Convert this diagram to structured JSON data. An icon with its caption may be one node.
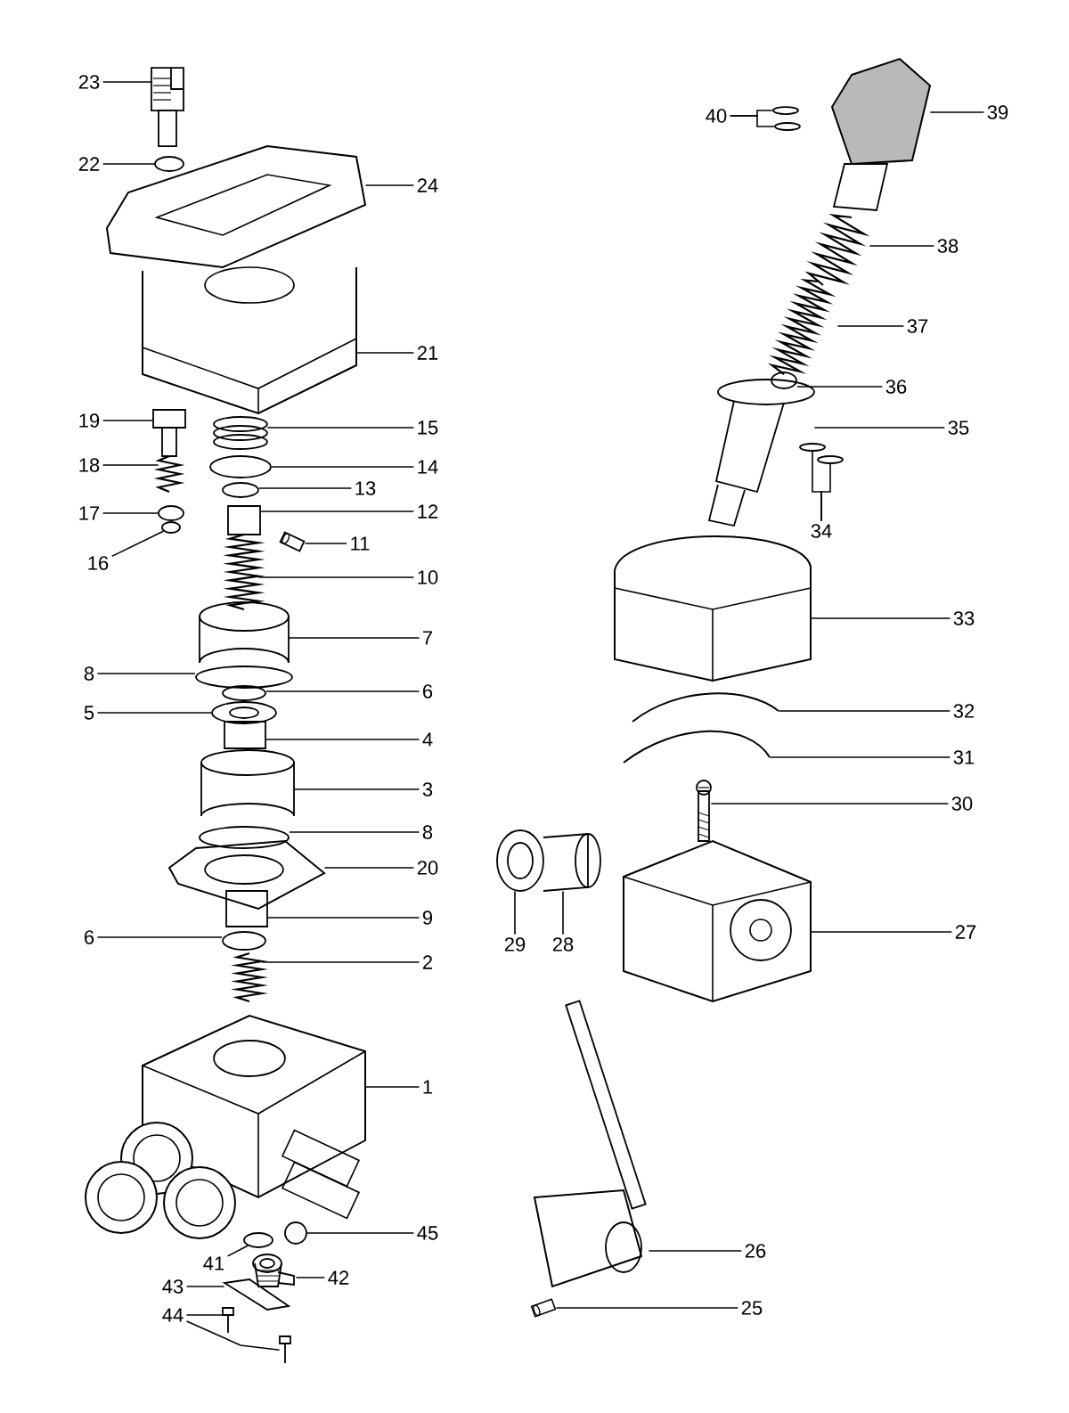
{
  "diagram": {
    "nodes": [
      {
        "text": [
          "23"
        ]
      },
      {
        "text": [
          "39"
        ]
      },
      {
        "text": [
          "40"
        ]
      },
      {
        "text": [
          "22"
        ]
      },
      {
        "text": [
          "24"
        ]
      },
      {
        "text": [
          "38"
        ]
      },
      {
        "text": [
          "37"
        ]
      },
      {
        "text": [
          "21"
        ]
      },
      {
        "text": [
          "36"
        ]
      },
      {
        "text": [
          "19"
        ]
      },
      {
        "text": [
          "15"
        ]
      },
      {
        "text": [
          "35"
        ]
      },
      {
        "text": [
          "18"
        ]
      },
      {
        "text": [
          "14"
        ]
      },
      {
        "text": [
          "13"
        ]
      },
      {
        "text": [
          "12"
        ]
      },
      {
        "text": [
          "17"
        ]
      },
      {
        "text": [
          "34"
        ]
      },
      {
        "text": [
          "11"
        ]
      },
      {
        "text": [
          "16"
        ]
      },
      {
        "text": [
          "10"
        ]
      },
      {
        "text": [
          "33"
        ]
      },
      {
        "text": [
          "7"
        ]
      },
      {
        "text": [
          "8"
        ]
      },
      {
        "text": [
          "6"
        ]
      },
      {
        "text": [
          "32"
        ]
      },
      {
        "text": [
          "5"
        ]
      },
      {
        "text": [
          "4"
        ]
      },
      {
        "text": [
          "31"
        ]
      },
      {
        "text": [
          "3"
        ]
      },
      {
        "text": [
          "30"
        ]
      },
      {
        "text": [
          "8"
        ]
      },
      {
        "text": [
          "20"
        ]
      },
      {
        "text": [
          "9"
        ]
      },
      {
        "text": [
          "27"
        ]
      },
      {
        "text": [
          "6"
        ]
      },
      {
        "text": [
          "29"
        ]
      },
      {
        "text": [
          "28"
        ]
      },
      {
        "text": [
          "2"
        ]
      },
      {
        "text": [
          "1"
        ]
      },
      {
        "text": [
          "45"
        ]
      },
      {
        "text": [
          "26"
        ]
      },
      {
        "text": [
          "41"
        ]
      },
      {
        "text": [
          "42"
        ]
      },
      {
        "text": [
          "43"
        ]
      },
      {
        "text": [
          "25"
        ]
      },
      {
        "text": [
          "44"
        ]
      },
      {
        "text": [],
        "shape": "picture"
      },
      {
        "text": [],
        "shape": "picture"
      },
      {
        "text": [],
        "shape": "circle"
      },
      {
        "text": [],
        "shape": "circle"
      },
      {
        "text": [],
        "shape": "circle"
      },
      {
        "text": [],
        "shape": "picture"
      },
      {
        "text": [],
        "shape": "picture"
      },
      {
        "text": [],
        "shape": "picture"
      },
      {
        "text": [],
        "shape": "picture"
      },
      {
        "text": [],
        "shape": "circle"
      },
      {
        "text": [],
        "shape": "picture"
      },
      {
        "text": [],
        "shape": "picture"
      },
      {
        "text": [],
        "shape": "picture"
      },
      {
        "text": [],
        "shape": "picture"
      },
      {
        "text": [],
        "shape": "circle"
      },
      {
        "text": [],
        "shape": "circle"
      },
      {
        "text": [],
        "shape": "box"
      },
      {
        "text": [],
        "shape": "circle"
      },
      {
        "text": [],
        "shape": "circle"
      },
      {
        "text": [],
        "shape": "circle"
      },
      {
        "text": [],
        "shape": "picture"
      },
      {
        "text": [],
        "shape": "circle"
      },
      {
        "text": [],
        "shape": "picture"
      },
      {
        "text": [],
        "shape": "picture"
      },
      {
        "text": [],
        "shape": "picture"
      },
      {
        "text": [],
        "shape": "circle"
      },
      {
        "text": [],
        "shape": "circle"
      },
      {
        "text": [],
        "shape": "picture"
      },
      {
        "text": [],
        "shape": "picture"
      },
      {
        "text": [],
        "shape": "box"
      },
      {
        "text": [],
        "shape": "picture"
      },
      {
        "text": [],
        "shape": "picture"
      },
      {
        "text": [],
        "shape": "picture"
      },
      {
        "text": [],
        "shape": "circle"
      },
      {
        "text": [],
        "shape": "picture"
      },
      {
        "text": [],
        "shape": "box"
      },
      {
        "text": [],
        "shape": "picture"
      },
      {
        "text": [],
        "shape": "circle"
      },
      {
        "text": [],
        "shape": "picture"
      },
      {
        "text": [],
        "shape": "picture"
      },
      {
        "text": [],
        "shape": "picture"
      },
      {
        "text": [],
        "shape": "picture"
      },
      {
        "text": [],
        "shape": "circle"
      },
      {
        "text": [],
        "shape": "picture"
      },
      {
        "text": [],
        "shape": "circle"
      },
      {
        "text": [],
        "shape": "picture"
      },
      {
        "text": [],
        "shape": "picture"
      },
      {
        "text": [],
        "shape": "picture"
      },
      {
        "text": [],
        "shape": "picture"
      },
      {
        "text": [],
        "shape": "picture"
      }
    ],
    "edges": [
      {
        "from": 0,
        "to": 47,
        "arrow": "none"
      },
      {
        "from": 1,
        "to": 48,
        "arrow": "none"
      },
      {
        "from": 2,
        "to": 49,
        "arrow": "none"
      },
      {
        "from": 2,
        "to": 50,
        "arrow": "none"
      },
      {
        "from": 3,
        "to": 51,
        "arrow": "none"
      },
      {
        "from": 4,
        "to": 52,
        "arrow": "none"
      },
      {
        "from": 5,
        "to": 53,
        "arrow": "none"
      },
      {
        "from": 6,
        "to": 54,
        "arrow": "none"
      },
      {
        "from": 7,
        "to": 55,
        "arrow": "none"
      },
      {
        "from": 8,
        "to": 56,
        "arrow": "none"
      },
      {
        "from": 9,
        "to": 57,
        "arrow": "none"
      },
      {
        "from": 10,
        "to": 58,
        "arrow": "none"
      },
      {
        "from": 11,
        "to": 59,
        "arrow": "none"
      },
      {
        "from": 12,
        "to": 60,
        "arrow": "none"
      },
      {
        "from": 13,
        "to": 61,
        "arrow": "none"
      },
      {
        "from": 14,
        "to": 62,
        "arrow": "none"
      },
      {
        "from": 15,
        "to": 63,
        "arrow": "none"
      },
      {
        "from": 16,
        "to": 64,
        "arrow": "none"
      },
      {
        "from": 17,
        "to": 65,
        "arrow": "none"
      },
      {
        "from": 17,
        "to": 66,
        "arrow": "none"
      },
      {
        "from": 18,
        "to": 67,
        "arrow": "none"
      },
      {
        "from": 19,
        "to": 68,
        "arrow": "none"
      },
      {
        "from": 20,
        "to": 69,
        "arrow": "none"
      },
      {
        "from": 21,
        "to": 70,
        "arrow": "none"
      },
      {
        "from": 22,
        "to": 71,
        "arrow": "none"
      },
      {
        "from": 23,
        "to": 72,
        "arrow": "none"
      },
      {
        "from": 24,
        "to": 73,
        "arrow": "none"
      },
      {
        "from": 25,
        "to": 74,
        "arrow": "none"
      },
      {
        "from": 26,
        "to": 75,
        "arrow": "none"
      },
      {
        "from": 27,
        "to": 76,
        "arrow": "none"
      },
      {
        "from": 28,
        "to": 77,
        "arrow": "none"
      },
      {
        "from": 29,
        "to": 78,
        "arrow": "none"
      },
      {
        "from": 30,
        "to": 79,
        "arrow": "none"
      },
      {
        "from": 31,
        "to": 80,
        "arrow": "none"
      },
      {
        "from": 32,
        "to": 81,
        "arrow": "none"
      },
      {
        "from": 33,
        "to": 82,
        "arrow": "none"
      },
      {
        "from": 34,
        "to": 83,
        "arrow": "none"
      },
      {
        "from": 35,
        "to": 84,
        "arrow": "none"
      },
      {
        "from": 36,
        "to": 85,
        "arrow": "none"
      },
      {
        "from": 37,
        "to": 86,
        "arrow": "none"
      },
      {
        "from": 38,
        "to": 87,
        "arrow": "none"
      },
      {
        "from": 39,
        "to": 88,
        "arrow": "none"
      },
      {
        "from": 40,
        "to": 89,
        "arrow": "none"
      },
      {
        "from": 41,
        "to": 90,
        "arrow": "none"
      },
      {
        "from": 42,
        "to": 91,
        "arrow": "none"
      },
      {
        "from": 43,
        "to": 92,
        "arrow": "none"
      },
      {
        "from": 44,
        "to": 93,
        "arrow": "none"
      },
      {
        "from": 45,
        "to": 94,
        "arrow": "none"
      },
      {
        "from": 46,
        "to": 95,
        "arrow": "none"
      },
      {
        "from": 46,
        "to": 96,
        "arrow": "none"
      }
    ]
  }
}
